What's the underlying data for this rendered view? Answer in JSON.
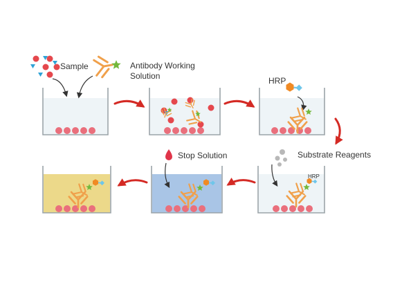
{
  "labels": {
    "sample": "Sample",
    "antibody_line1": "Antibody Working",
    "antibody_line2": "Solution",
    "hrp_top": "HRP",
    "substrate": "Substrate Reagents",
    "hrp_small": "HRP",
    "stop": "Stop Solution"
  },
  "colors": {
    "well_outline": "#9aa3a8",
    "liquid_clear": "#eef4f7",
    "liquid_blue": "#a9c5e6",
    "liquid_yellow": "#ecd98a",
    "bead": "#ea6f7c",
    "antibody": "#f0a04b",
    "star": "#73b83c",
    "triangle": "#2fa3d6",
    "red_dot": "#e5484d",
    "hrp_enzyme": "#f08a24",
    "hrp_link": "#6ec6ea",
    "substrate_dot": "#b8b8b8",
    "stop_drop": "#e0354a",
    "process_arrow": "#d42a24",
    "pointer_arrow": "#333333"
  },
  "icons": [
    "sample-icon",
    "antibody-icon",
    "star-icon",
    "hrp-icon",
    "substrate-icon",
    "stop-drop-icon",
    "process-arrow-icon"
  ]
}
